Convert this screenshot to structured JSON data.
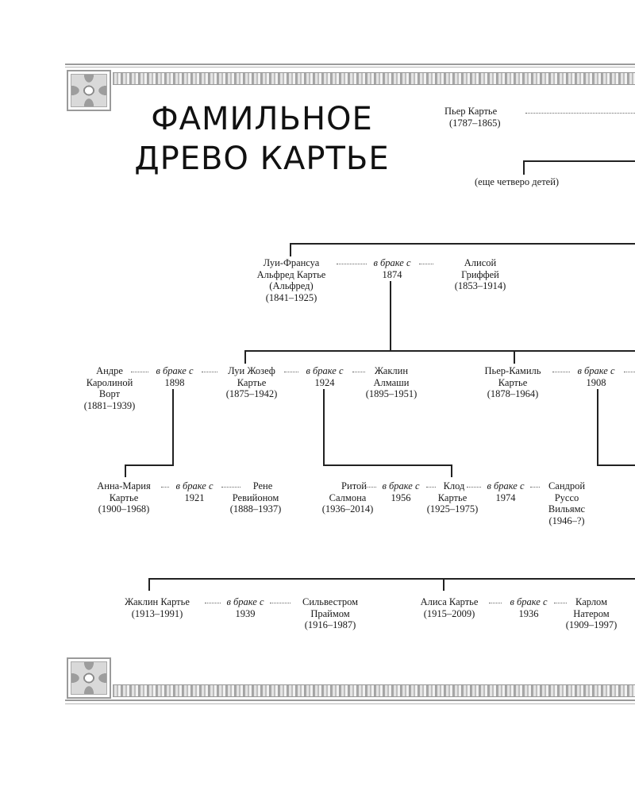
{
  "page": {
    "title_line1": "ФАМИЛЬНОЕ",
    "title_line2": "ДРЕВО КАРТЬЕ",
    "marriage_label": "в браке с"
  },
  "tree": {
    "gen0": {
      "pierre": {
        "name": "Пьер Картье",
        "years": "(1787–1865)"
      },
      "siblings_note": "(еще четверо детей)"
    },
    "gen1": {
      "alfred": {
        "line1": "Луи-Франсуа",
        "line2": "Альфред Картье",
        "line3": "(Альфред)",
        "years": "(1841–1925)"
      },
      "marriage": {
        "label": "в браке с",
        "year": "1874"
      },
      "alice_griffey": {
        "line1": "Алисой",
        "line2": "Гриффей",
        "years": "(1853–1914)"
      }
    },
    "gen2": {
      "andree": {
        "line1": "Андре",
        "line2": "Каролиной",
        "line3": "Ворт",
        "years": "(1881–1939)"
      },
      "marriage_1898": {
        "label": "в браке с",
        "year": "1898"
      },
      "louis": {
        "line1": "Луи Жозеф",
        "line2": "Картье",
        "years": "(1875–1942)"
      },
      "marriage_1924": {
        "label": "в браке с",
        "year": "1924"
      },
      "jacqueline_almasy": {
        "line1": "Жаклин",
        "line2": "Алмаши",
        "years": "(1895–1951)"
      },
      "pierre_camille": {
        "line1": "Пьер-Камиль",
        "line2": "Картье",
        "years": "(1878–1964)"
      },
      "marriage_1908": {
        "label": "в браке с",
        "year": "1908"
      }
    },
    "gen3": {
      "anne_marie": {
        "line1": "Анна-Мария",
        "line2": "Картье",
        "years": "(1900–1968)"
      },
      "marriage_1921": {
        "label": "в браке с",
        "year": "1921"
      },
      "rene": {
        "line1": "Рене",
        "line2": "Ревийоном",
        "years": "(1888–1937)"
      },
      "rita": {
        "line1": "Ритой",
        "line2": "Салмона",
        "years": "(1936–2014)"
      },
      "marriage_1956": {
        "label": "в браке с",
        "year": "1956"
      },
      "claude": {
        "line1": "Клод",
        "line2": "Картье",
        "years": "(1925–1975)"
      },
      "marriage_1974": {
        "label": "в браке с",
        "year": "1974"
      },
      "sandra": {
        "line1": "Сандрой",
        "line2": "Руссо",
        "line3": "Вильямс",
        "years": "(1946–?)"
      }
    },
    "gen4": {
      "jacqueline": {
        "name": "Жаклин Картье",
        "years": "(1913–1991)"
      },
      "marriage_1939": {
        "label": "в браке с",
        "year": "1939"
      },
      "sylvester": {
        "line1": "Сильвестром",
        "line2": "Праймом",
        "years": "(1916–1987)"
      },
      "alice": {
        "name": "Алиса Картье",
        "years": "(1915–2009)"
      },
      "marriage_1936": {
        "label": "в браке с",
        "year": "1936"
      },
      "carl": {
        "line1": "Карлом",
        "line2": "Натером",
        "years": "(1909–1997)"
      }
    }
  }
}
